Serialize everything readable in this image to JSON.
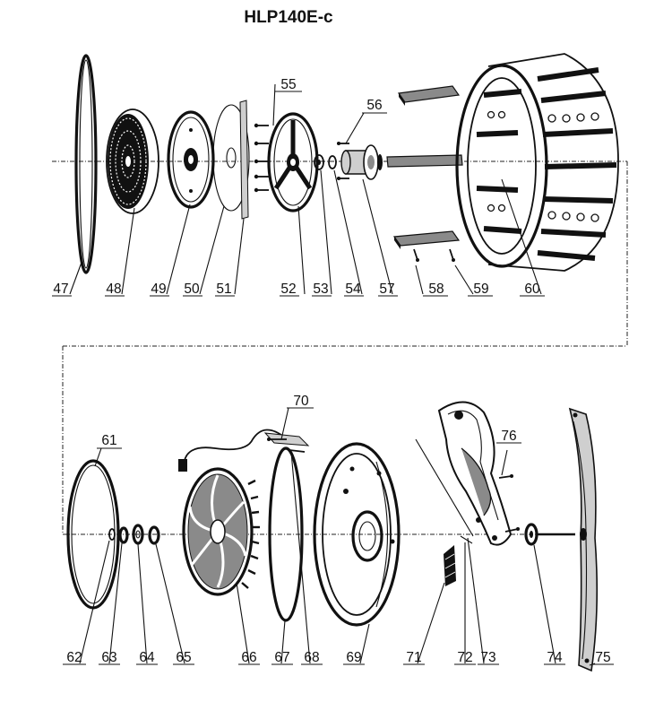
{
  "title": "HLP140E-c",
  "part_numbers": [
    "47",
    "48",
    "49",
    "50",
    "51",
    "52",
    "53",
    "54",
    "55",
    "56",
    "57",
    "58",
    "59",
    "60",
    "61",
    "62",
    "63",
    "64",
    "65",
    "66",
    "67",
    "68",
    "69",
    "70",
    "71",
    "72",
    "73",
    "74",
    "75",
    "76"
  ]
}
